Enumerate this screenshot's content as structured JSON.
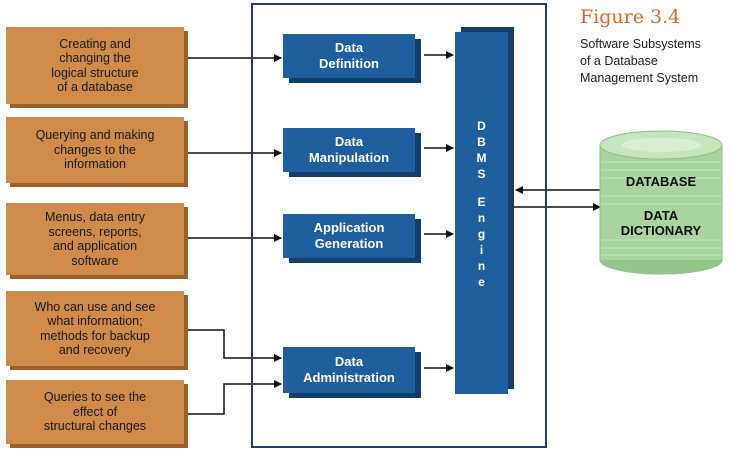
{
  "figure": {
    "title": "Figure 3.4",
    "subtitle_lines": [
      "Software Subsystems",
      "of a Database",
      "Management System"
    ]
  },
  "inputs": [
    {
      "lines": [
        "Creating and",
        "changing the",
        "logical structure",
        "of a database"
      ]
    },
    {
      "lines": [
        "Querying and making",
        "changes to the",
        "information"
      ]
    },
    {
      "lines": [
        "Menus, data entry",
        "screens, reports,",
        "and application",
        "software"
      ]
    },
    {
      "lines": [
        "Who can use and see",
        "what information;",
        "methods for backup",
        "and recovery"
      ]
    },
    {
      "lines": [
        "Queries to see the",
        "effect of",
        "structural changes"
      ]
    }
  ],
  "subsystems": [
    {
      "lines": [
        "Data",
        "Definition"
      ]
    },
    {
      "lines": [
        "Data",
        "Manipulation"
      ]
    },
    {
      "lines": [
        "Application",
        "Generation"
      ]
    },
    {
      "lines": [
        "Data",
        "Administration"
      ]
    }
  ],
  "engine": {
    "letters": [
      "D",
      "B",
      "M",
      "S",
      "",
      "E",
      "n",
      "g",
      "i",
      "n",
      "e"
    ]
  },
  "database": {
    "label": "DATABASE",
    "dictionary_lines": [
      "DATA",
      "DICTIONARY"
    ]
  },
  "colors": {
    "orange": "#d08a4a",
    "blue": "#1f5f9e",
    "accent": "#d9672a",
    "cylinder": "#a9d4a0"
  }
}
